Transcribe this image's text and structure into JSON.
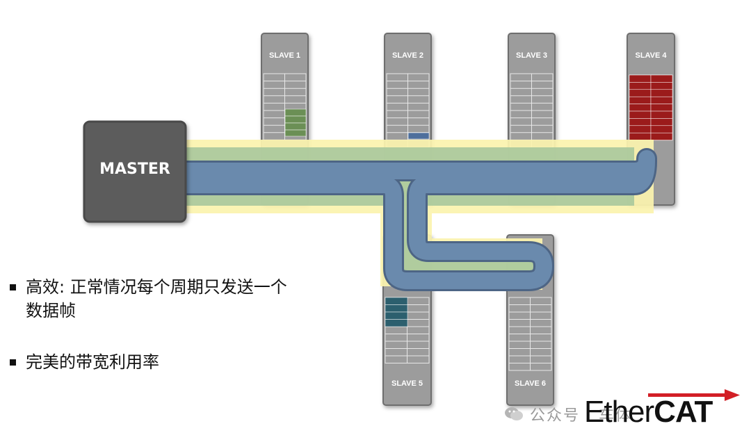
{
  "master": {
    "label": "MASTER"
  },
  "slaves": [
    {
      "label": "SLAVE 1"
    },
    {
      "label": "SLAVE 2"
    },
    {
      "label": "SLAVE 3"
    },
    {
      "label": "SLAVE 4"
    },
    {
      "label": "SLAVE 5"
    },
    {
      "label": "SLAVE 6"
    }
  ],
  "bullets": [
    {
      "text": "高效: 正常情况每个周期只发送一个数据帧"
    },
    {
      "text": "完美的带宽利用率"
    }
  ],
  "watermark": {
    "text": "公众号 · 车体"
  },
  "logo": {
    "regular": "Ether",
    "bold": "CAT"
  },
  "colors": {
    "box": "#9c9c9c",
    "box_border": "#6e6e6e",
    "master": "#5c5c5c",
    "tube_outer": "#fbf3a8",
    "tube_outer_stroke": "#e0d77a",
    "tube_mid": "#a8c79a",
    "tube_inner": "#5d7fa3",
    "slave1_data": "#6b8f55",
    "slave2_data": "#4e6f9c",
    "slave4_data": "#9b1b1b",
    "slave5_data": "#2c5f6e",
    "logo_red": "#d21f26"
  }
}
